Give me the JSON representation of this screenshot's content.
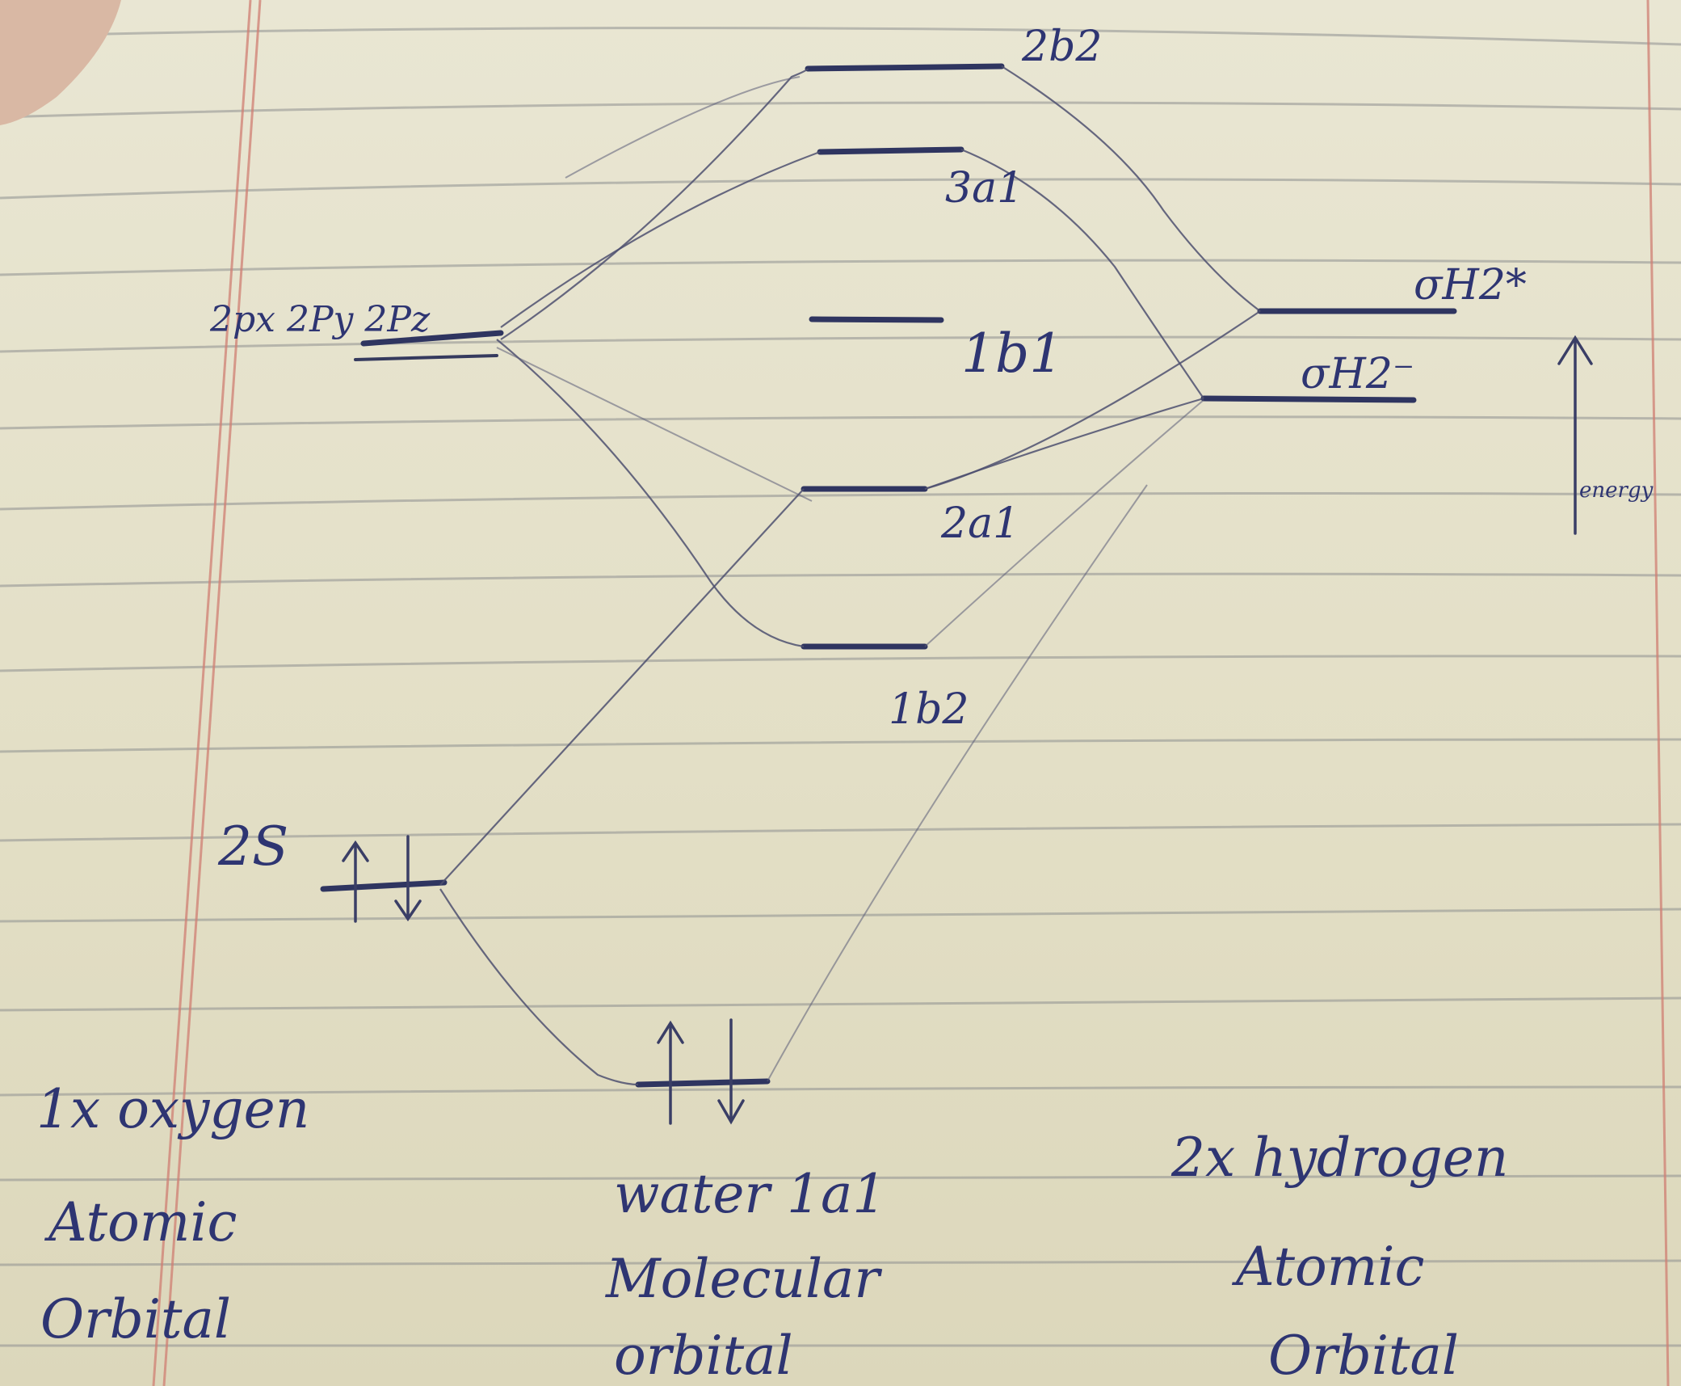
{
  "left_column": {
    "p_orbitals_label": "2px 2Py 2Pz",
    "s_orbital_label": "2S",
    "caption": [
      "1x oxygen",
      "Atomic",
      "Orbital"
    ]
  },
  "middle_column": {
    "levels": [
      "2b2",
      "3a1",
      "1b1",
      "2a1",
      "1b2"
    ],
    "caption": [
      "water 1a1",
      "Molecular",
      "orbital"
    ]
  },
  "right_column": {
    "antibonding_label": "σH2*",
    "bonding_label": "σH2⁻",
    "energy_label": "energy",
    "caption": [
      "2x hydrogen",
      "Atomic",
      "Orbital"
    ]
  }
}
